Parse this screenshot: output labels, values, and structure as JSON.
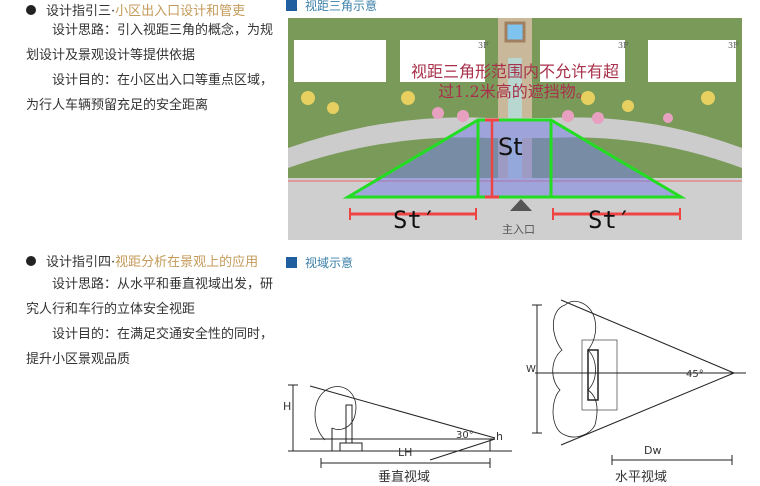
{
  "section3": {
    "prefix": "设计指引三·",
    "highlight": "小区出入口设计和管吏",
    "idea": "设计思路：引入视距三角的概念，为规划设计及景观设计等提供依据",
    "goal": "设计目的：在小区出入口等重点区域，为行人车辆预留充足的安全距离",
    "caption": "视距三角示意",
    "overlay_text_1": "视距三角形范围内不允许有超",
    "overlay_text_2": "过1.2米高的遮挡物。",
    "floor_label": "3F",
    "st": "St",
    "st_prime": "St′",
    "entrance": "主入口"
  },
  "section4": {
    "prefix": "设计指引四·",
    "highlight": "视距分析在景观上的应用",
    "idea": "设计思路：从水平和垂直视域出发，研究人行和车行的立体安全视距",
    "goal": "设计目的：在满足交通安全性的同时，提升小区景观品质",
    "caption": "视域示意",
    "vertical": {
      "label": "垂直视域",
      "H": "H",
      "h": "h",
      "angle": "30°",
      "LH": "LH"
    },
    "horizontal": {
      "label": "水平视域",
      "W": "W",
      "angle": "45°",
      "DW": "Dw"
    }
  },
  "colors": {
    "highlight": "#c49a5a",
    "caption": "#3a7fa8",
    "triangle": "#22dd22",
    "marker": "#ee4444"
  }
}
